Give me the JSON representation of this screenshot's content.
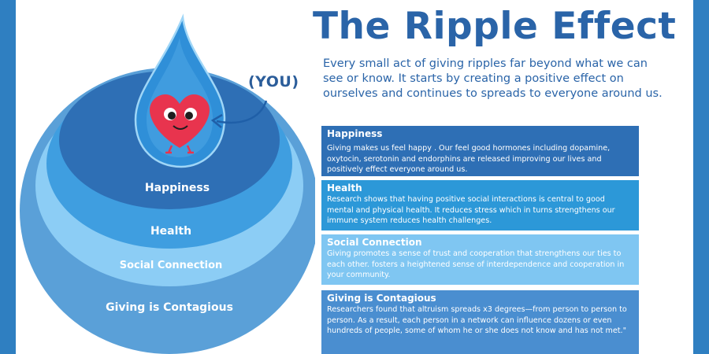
{
  "title": "The Ripple Effect",
  "intro": "Every small act of giving ripples far beyond what we can see or know. It starts by creating a positive effect on ourselves and continues to spreads to everyone around us.",
  "you_label": "(YOU)",
  "rings": {
    "happiness": "Happiness",
    "health": "Health",
    "social": "Social Connection",
    "contagious": "Giving is Contagious"
  },
  "sections": [
    {
      "heading": "Happiness",
      "text": "Giving makes us feel happy . Our feel good hormones  including dopamine, oxytocin, serotonin and endorphins are released improving our lives and positively effect everyone around us."
    },
    {
      "heading": "Health",
      "text": "Research shows that having positive social interactions is central to good mental and physical health. It reduces stress which in turns strengthens our immune system reduces health challenges."
    },
    {
      "heading": "Social Connection",
      "text": "Giving promotes a sense of trust and cooperation that strengthens our ties to each other. fosters a heightened sense of interdependence and cooperation in your community."
    },
    {
      "heading": "Giving is Contagious",
      "text": "Researchers found that altruism spreads x3 degrees—from person to person to person. As a result, each person in a network can influence dozens or even hundreds of people, some of whom he or she does not know and has not met.\""
    }
  ],
  "colors": {
    "frame": "#2f7fc1",
    "ring_outer": "#5aa0d8",
    "ring_social": "#8ccdf5",
    "ring_health": "#3f9ee0",
    "ring_happiness": "#2e6fb5",
    "drop": "#2f8fd8",
    "heart": "#e8344e"
  }
}
